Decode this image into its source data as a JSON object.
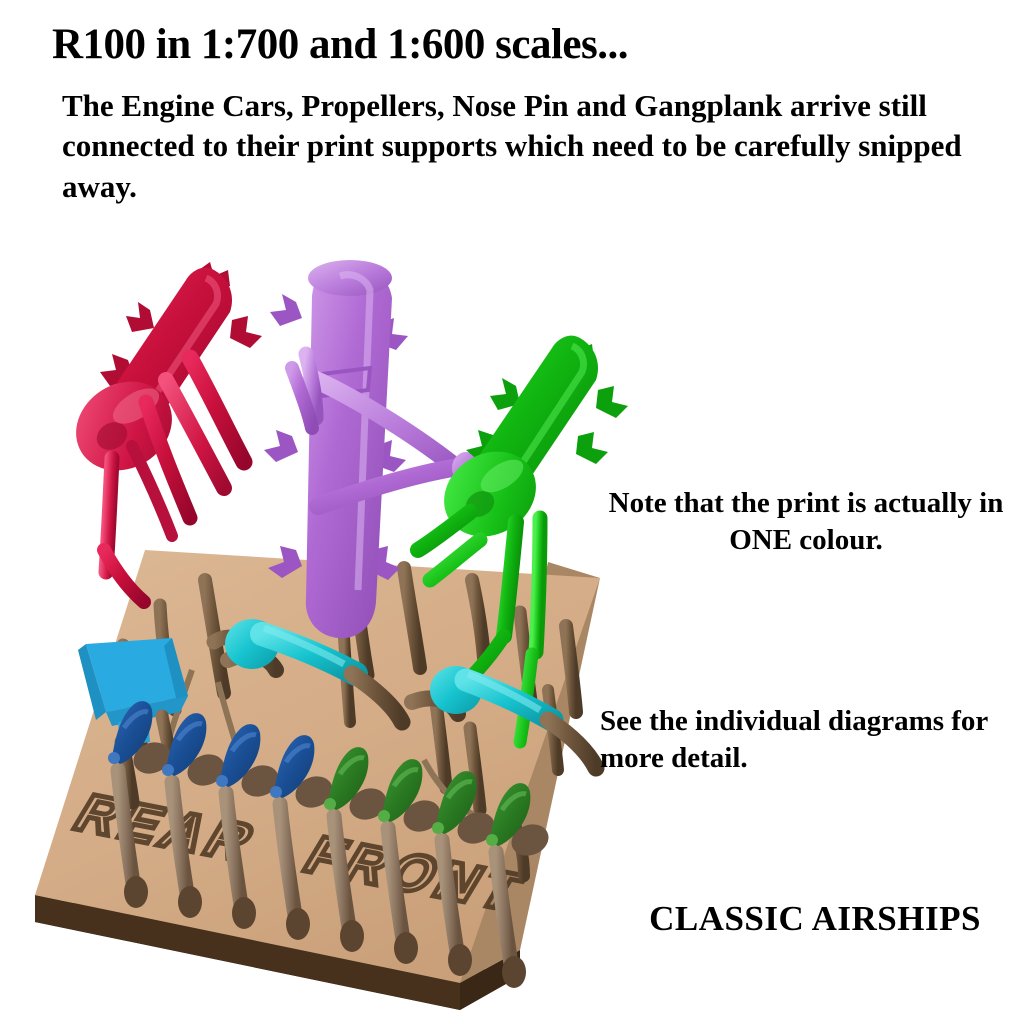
{
  "header": {
    "title": "R100 in 1:700 and 1:600 scales...",
    "intro": "The Engine Cars, Propellers, Nose Pin and Gangplank arrive still connected to their print supports which need to be carefully snipped away."
  },
  "annotations": {
    "note_colour": "Note that the print is actually in ONE colour.",
    "see_diagrams": "See the individual diagrams for more detail."
  },
  "brand": {
    "name": "CLASSIC AIRSHIPS"
  },
  "plate": {
    "labels": [
      "REAR",
      "FRONT"
    ],
    "plate_color": "#d4ac87",
    "plate_edge_color": "#47301c",
    "support_color": "#6f563c"
  },
  "parts": [
    {
      "name": "engine-car-red",
      "type": "engine car",
      "color": "#c8103c",
      "count": 1
    },
    {
      "name": "engine-car-purple",
      "type": "engine car",
      "color": "#b06ad4",
      "count": 1
    },
    {
      "name": "engine-car-green",
      "type": "engine car",
      "color": "#10b410",
      "count": 1
    },
    {
      "name": "gangplank",
      "type": "gangplank",
      "color": "#29abe2",
      "count": 1
    },
    {
      "name": "nose-pin",
      "type": "nose pin",
      "color": "#17c4cf",
      "count": 2
    },
    {
      "name": "propeller-rear",
      "type": "propeller",
      "color": "#1a4f95",
      "count": 4
    },
    {
      "name": "propeller-front",
      "type": "propeller",
      "color": "#2a7a22",
      "count": 4
    }
  ]
}
